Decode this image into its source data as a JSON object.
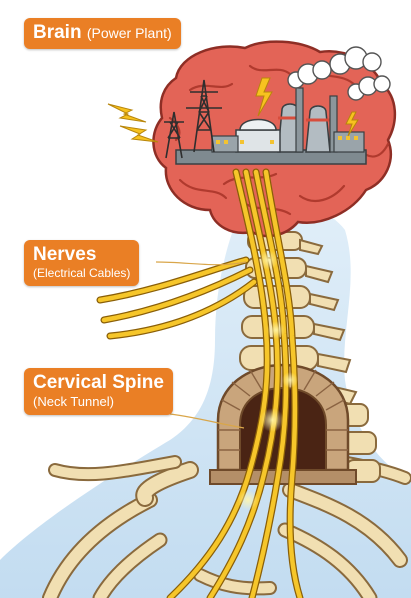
{
  "labels": {
    "brain": {
      "title": "Brain",
      "subtitle": "(Power Plant)"
    },
    "nerves": {
      "title": "Nerves",
      "subtitle": "(Electrical Cables)"
    },
    "cervical_spine": {
      "title": "Cervical Spine",
      "subtitle": "(Neck Tunnel)"
    }
  },
  "colors": {
    "label_background": "#ea7f25",
    "label_text": "#ffffff",
    "brain_fill": "#e36457",
    "cable": "#f6c62a",
    "bone": "#f1dfb2",
    "tunnel_brick": "#c9a57c",
    "sky": "#c9e1f3"
  },
  "icons": [
    "brain-icon",
    "power-plant-icon",
    "transmission-tower-icon",
    "lightning-bolt-icon",
    "smoke-cloud-icon",
    "spine-vertebrae-icon",
    "brick-tunnel-icon",
    "rib-cage-icon",
    "nerve-cable-icon"
  ]
}
